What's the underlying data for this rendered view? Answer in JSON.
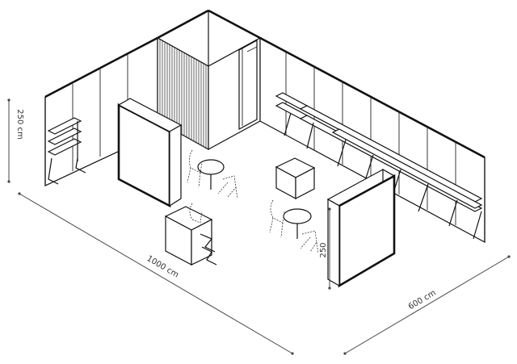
{
  "dimensions": {
    "length_label": "1000 cm",
    "width_label": "600 cm",
    "height_label": "250 cm",
    "panel_height_label": "250"
  }
}
